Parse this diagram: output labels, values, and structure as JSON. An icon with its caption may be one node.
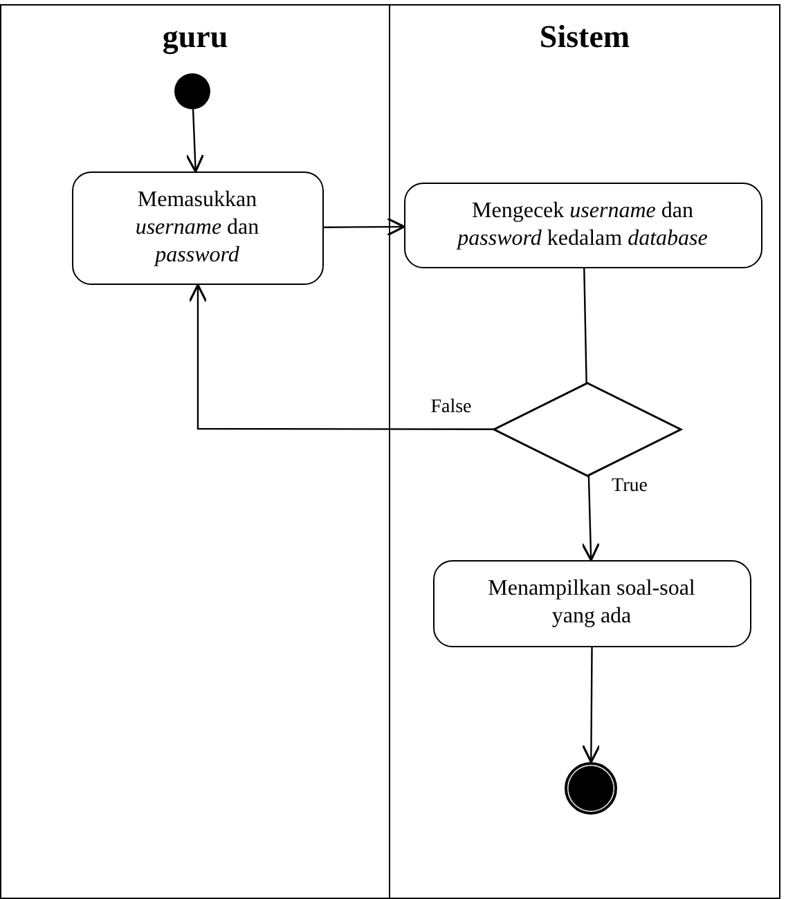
{
  "diagram": {
    "nodes": [
      {
        "text": [
          "guru"
        ]
      },
      {
        "text": [
          "Sistem"
        ]
      },
      {
        "text": [],
        "shape": "circle",
        "in": 0
      },
      {
        "text": [
          "Memasukkan *username* dan *password*"
        ],
        "in": 0
      },
      {
        "text": [
          "Mengecek *username* dan *password* kedalam *database*"
        ],
        "in": 1
      },
      {
        "text": [],
        "shape": "diamond",
        "in": 1
      },
      {
        "text": [
          "Menampilkan soal-soal yang ada"
        ],
        "in": 1
      },
      {
        "text": [],
        "shape": "bullseye",
        "in": 1
      }
    ],
    "edges": [
      {
        "from": 2,
        "to": 3,
        "arrow": "to"
      },
      {
        "from": 3,
        "to": 4,
        "arrow": "to"
      },
      {
        "from": 4,
        "to": 5,
        "arrow": "none"
      },
      {
        "from": 5,
        "to": 3,
        "arrow": "to",
        "label": "False"
      },
      {
        "from": 5,
        "to": 6,
        "arrow": "to",
        "label": "True"
      },
      {
        "from": 6,
        "to": 7,
        "arrow": "to"
      }
    ]
  }
}
